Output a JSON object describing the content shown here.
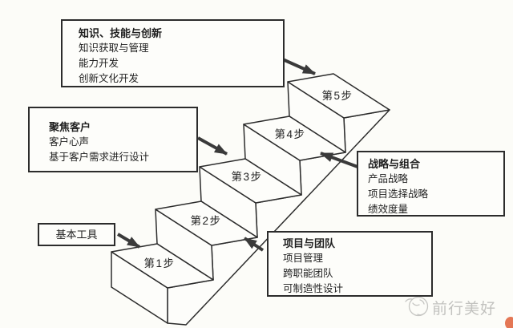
{
  "diagram_title": "",
  "boxes": {
    "knowledge": {
      "title": "知识、技能与创新",
      "items": [
        "知识获取与管理",
        "能力开发",
        "创新文化开发"
      ]
    },
    "customer": {
      "title": "聚焦客户",
      "items": [
        "客户心声",
        "基于客户需求进行设计"
      ]
    },
    "tools": {
      "title": "基本工具",
      "items": []
    },
    "strategy": {
      "title": "战略与组合",
      "items": [
        "产品战略",
        "项目选择战略",
        "绩效度量"
      ]
    },
    "projects": {
      "title": "项目与团队",
      "items": [
        "项目管理",
        "跨职能团队",
        "可制造性设计"
      ]
    }
  },
  "steps": [
    {
      "label": "第1步"
    },
    {
      "label": "第2步"
    },
    {
      "label": "第3步"
    },
    {
      "label": "第4步"
    },
    {
      "label": "第5步"
    }
  ],
  "watermark": {
    "text": "前行美好",
    "logo": "smiley-doodle-logo",
    "color": "#c2c2bf"
  },
  "colors": {
    "background": "#fcfcf8",
    "line": "#2c2c2c",
    "arrow": "#3a3a3a",
    "corner_accent": "#df5f38"
  }
}
